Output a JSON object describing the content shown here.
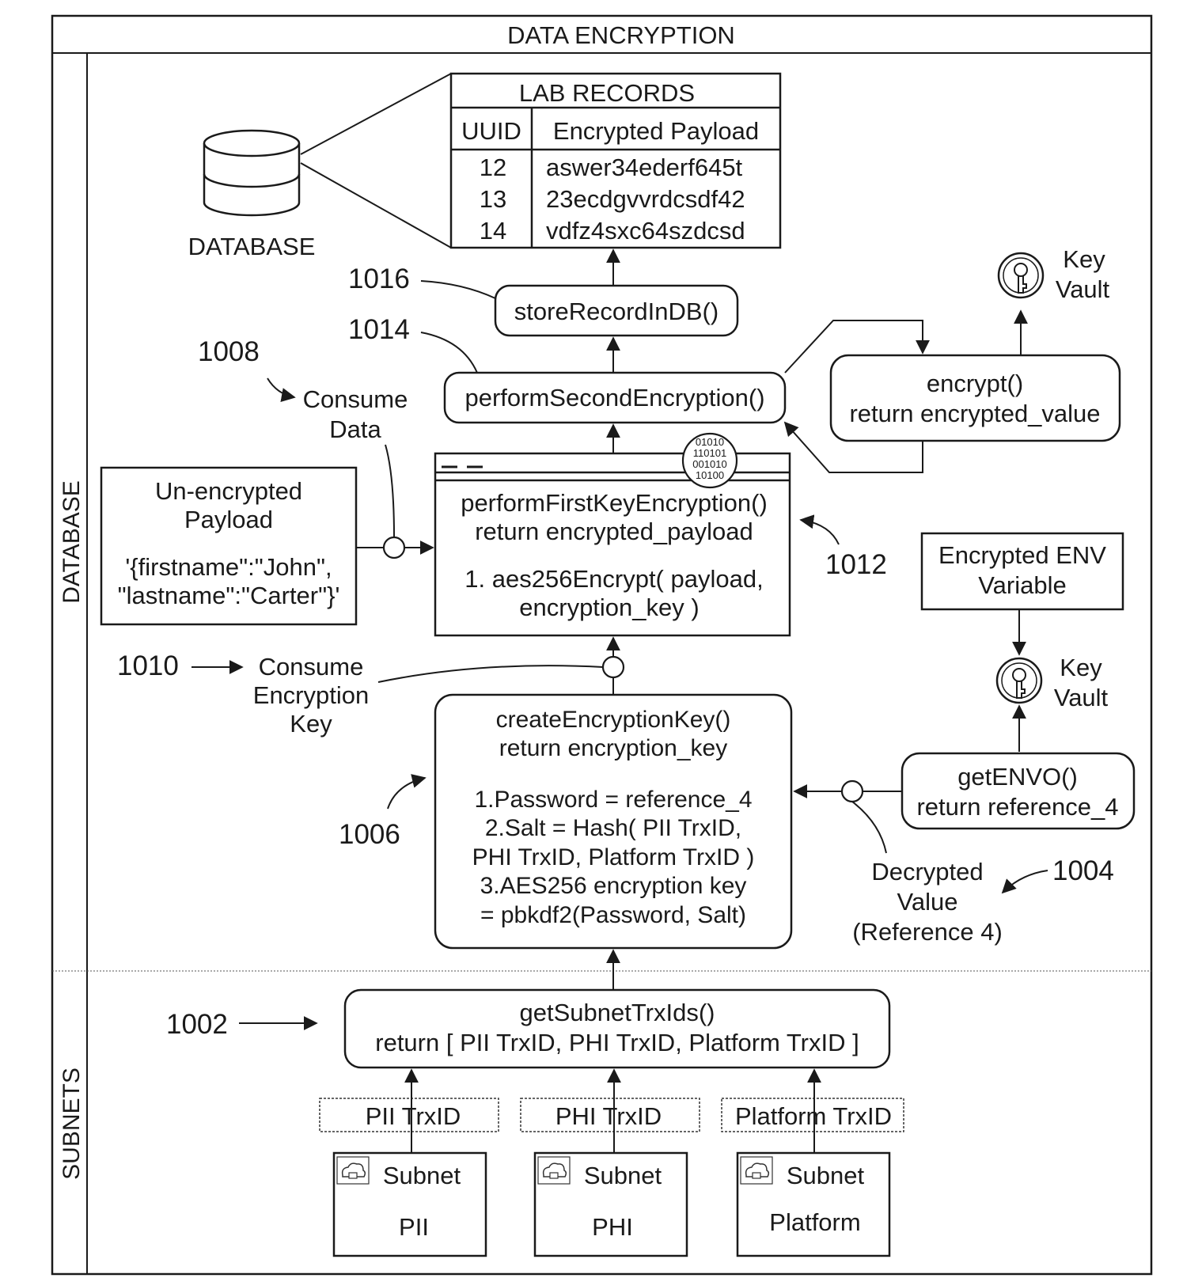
{
  "title": "DATA ENCRYPTION",
  "lanes": {
    "database": "DATABASE",
    "subnets": "SUBNETS"
  },
  "database_label": "DATABASE",
  "lab_records": {
    "title": "LAB RECORDS",
    "columns": [
      "UUID",
      "Encrypted Payload"
    ],
    "rows": [
      {
        "uuid": "12",
        "payload": "aswer34ederf645t"
      },
      {
        "uuid": "13",
        "payload": "23ecdgvvrdcsdf42"
      },
      {
        "uuid": "14",
        "payload": "vdfz4sxc64szdcsd"
      }
    ]
  },
  "refs": {
    "r1002": "1002",
    "r1004": "1004",
    "r1006": "1006",
    "r1008": "1008",
    "r1010": "1010",
    "r1012": "1012",
    "r1014": "1014",
    "r1016": "1016"
  },
  "store_record": "storeRecordInDB()",
  "second_encryption": "performSecondEncryption()",
  "encrypt_box": {
    "line1": "encrypt()",
    "line2": "return encrypted_value"
  },
  "key_vault": {
    "line1": "Key",
    "line2": "Vault"
  },
  "consume_data": {
    "line1": "Consume",
    "line2": "Data"
  },
  "unencrypted_payload": {
    "line1": "Un-encrypted",
    "line2": "Payload",
    "line3": "'{firstname\":\"John\",",
    "line4": "\"lastname\":\"Carter\"}'"
  },
  "first_encryption": {
    "line1": "performFirstKeyEncryption()",
    "line2": "return encrypted_payload",
    "line3": "1. aes256Encrypt( payload,",
    "line4": "encryption_key )"
  },
  "binary_badge": [
    "01010",
    "110101",
    "001010",
    "10100"
  ],
  "env_variable": {
    "line1": "Encrypted ENV",
    "line2": "Variable"
  },
  "consume_key": {
    "line1": "Consume",
    "line2": "Encryption",
    "line3": "Key"
  },
  "create_key": {
    "line1": "createEncryptionKey()",
    "line2": "return encryption_key",
    "line3": "1.Password = reference_4",
    "line4": "2.Salt = Hash( PII TrxID,",
    "line5": "PHI TrxID, Platform TrxID )",
    "line6": "3.AES256 encryption key",
    "line7": "= pbkdf2(Password, Salt)"
  },
  "get_env": {
    "line1": "getENVO()",
    "line2": "return reference_4"
  },
  "decrypted_value": {
    "line1": "Decrypted",
    "line2": "Value",
    "line3": "(Reference 4)"
  },
  "subnet_trxids": {
    "line1": "getSubnetTrxIds()",
    "line2": "return [ PII TrxID, PHI TrxID, Platform TrxID ]"
  },
  "trx_labels": [
    "PII TrxID",
    "PHI TrxID",
    "Platform TrxID"
  ],
  "subnets": [
    {
      "label": "Subnet",
      "name": "PII"
    },
    {
      "label": "Subnet",
      "name": "PHI"
    },
    {
      "label": "Subnet",
      "name": "Platform"
    }
  ]
}
